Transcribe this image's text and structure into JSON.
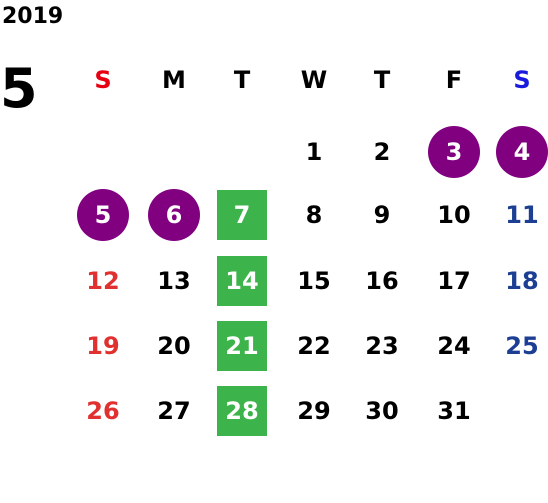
{
  "calendar": {
    "year": "2019",
    "month": "5",
    "weekdays": [
      "S",
      "M",
      "T",
      "W",
      "T",
      "F",
      "S"
    ],
    "weeks": [
      [
        null,
        null,
        null,
        {
          "d": "1"
        },
        {
          "d": "2"
        },
        {
          "d": "3",
          "mark": "holiday"
        },
        {
          "d": "4",
          "mark": "holiday"
        }
      ],
      [
        {
          "d": "5",
          "mark": "holiday"
        },
        {
          "d": "6",
          "mark": "holiday"
        },
        {
          "d": "7",
          "mark": "green"
        },
        {
          "d": "8"
        },
        {
          "d": "9"
        },
        {
          "d": "10"
        },
        {
          "d": "11"
        }
      ],
      [
        {
          "d": "12"
        },
        {
          "d": "13"
        },
        {
          "d": "14",
          "mark": "green"
        },
        {
          "d": "15"
        },
        {
          "d": "16"
        },
        {
          "d": "17"
        },
        {
          "d": "18"
        }
      ],
      [
        {
          "d": "19"
        },
        {
          "d": "20"
        },
        {
          "d": "21",
          "mark": "green"
        },
        {
          "d": "22"
        },
        {
          "d": "23"
        },
        {
          "d": "24"
        },
        {
          "d": "25"
        }
      ],
      [
        {
          "d": "26"
        },
        {
          "d": "27"
        },
        {
          "d": "28",
          "mark": "green"
        },
        {
          "d": "29"
        },
        {
          "d": "30"
        },
        {
          "d": "31"
        },
        null
      ]
    ]
  },
  "colors": {
    "sunday": "#e03030",
    "saturday": "#1c3f94",
    "holiday_circle": "#800080",
    "green_square": "#3cb44b"
  }
}
